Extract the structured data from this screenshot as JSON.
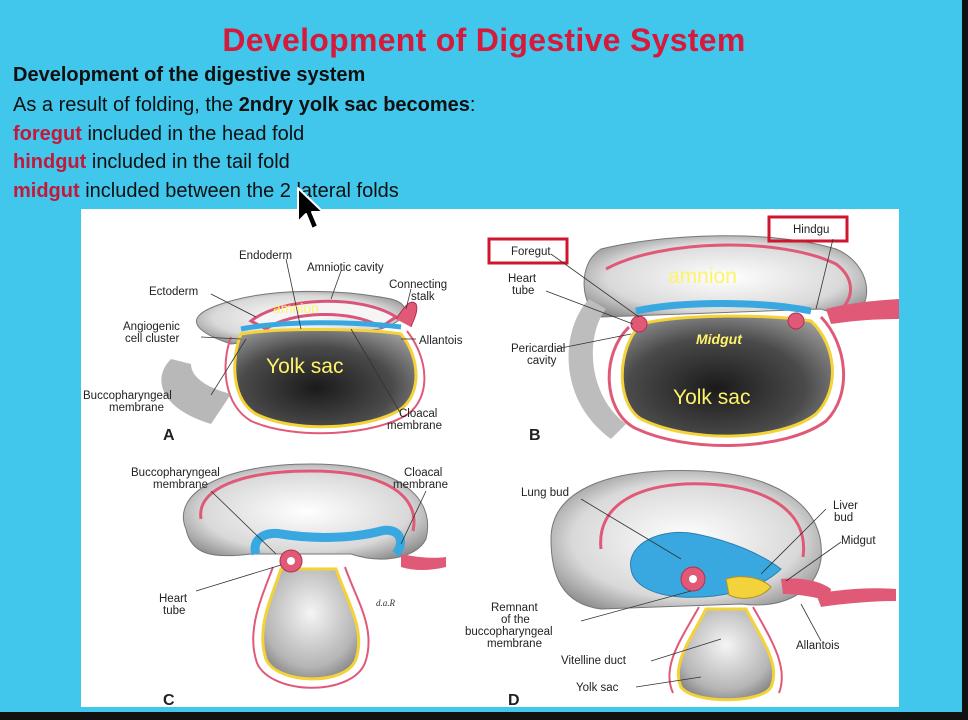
{
  "slide": {
    "title": "Development of Digestive System",
    "heading": "Development of the digestive system",
    "intro_prefix": "As a result of folding, the ",
    "intro_bold": "2ndry yolk sac becomes",
    "intro_suffix": ":",
    "items": [
      {
        "term": "foregut",
        "text": " included in the head fold"
      },
      {
        "term": "hindgut",
        "text": " included in the tail fold"
      },
      {
        "term": "midgut",
        "text": " included between the 2 lateral folds"
      }
    ]
  },
  "figure": {
    "panel_a": {
      "letter": "A",
      "labels": [
        "Endoderm",
        "Amniotic cavity",
        "Ectoderm",
        "Connecting",
        "stalk",
        "Angiogenic",
        "cell cluster",
        "Allantois",
        "Buccopharyngeal",
        "membrane",
        "Cloacal",
        "membrane"
      ],
      "amnion": "amnion",
      "yolk_sac": "Yolk sac"
    },
    "panel_b": {
      "letter": "B",
      "foregut_box": "Foregut",
      "hindgut_box": "Hindgu",
      "labels": [
        "Heart",
        "tube",
        "Pericardial",
        "cavity"
      ],
      "amnion": "amnion",
      "midgut": "Midgut",
      "yolk_sac": "Yolk sac"
    },
    "panel_c": {
      "letter": "C",
      "labels": [
        "Buccopharyngeal",
        "membrane",
        "Cloacal",
        "membrane",
        "Heart",
        "tube"
      ],
      "signature": "d.a.R"
    },
    "panel_d": {
      "letter": "D",
      "labels": [
        "Lung bud",
        "Liver",
        "bud",
        "Midgut",
        "Remnant",
        "of the",
        "buccopharyngeal",
        "membrane",
        "Allantois",
        "Vitelline duct",
        "Yolk sac"
      ]
    }
  },
  "colors": {
    "background": "#41c6ec",
    "title": "#d61a3c",
    "term": "#c4183a",
    "endoderm_blue": "#3aa8e0",
    "ectoderm_pink": "#e05a78",
    "yolk_yellow": "#f3d23a",
    "highlight_box": "#d0152e"
  },
  "icons": [
    "mouse-pointer-icon"
  ]
}
